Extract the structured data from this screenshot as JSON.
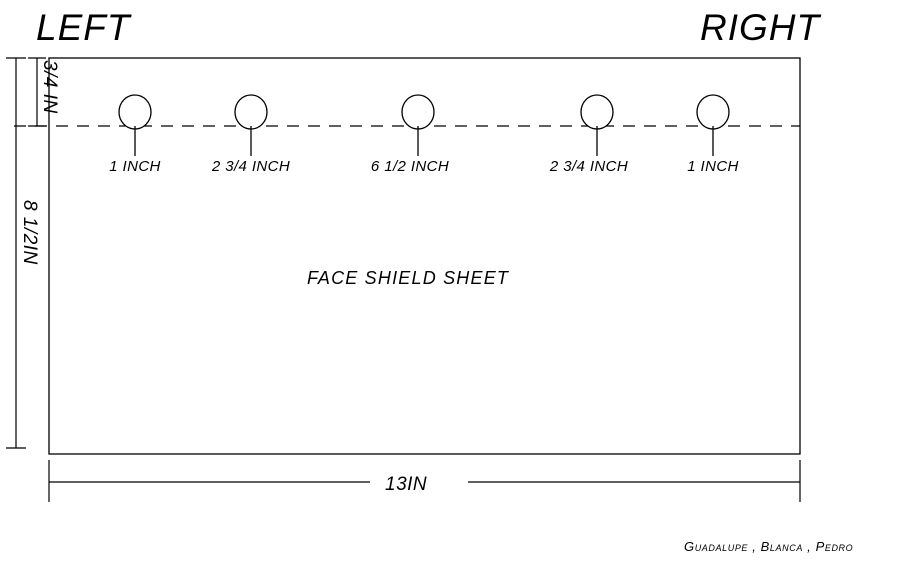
{
  "drawing": {
    "titles": {
      "left": "LEFT",
      "right": "RIGHT"
    },
    "sheet": {
      "label": "FACE SHIELD SHEET"
    },
    "dimensions": {
      "top_offset": "3/4 IN",
      "height": "8 1/2IN",
      "width": "13IN"
    },
    "holes": [
      {
        "label": "1 INCH"
      },
      {
        "label": "2 3/4 INCH"
      },
      {
        "label": "6 1/2 INCH"
      },
      {
        "label": "2 3/4 INCH"
      },
      {
        "label": "1 INCH"
      }
    ],
    "credit": "Guadalupe , Blanca , Pedro",
    "colors": {
      "ink": "#000000",
      "paper": "#ffffff"
    }
  }
}
